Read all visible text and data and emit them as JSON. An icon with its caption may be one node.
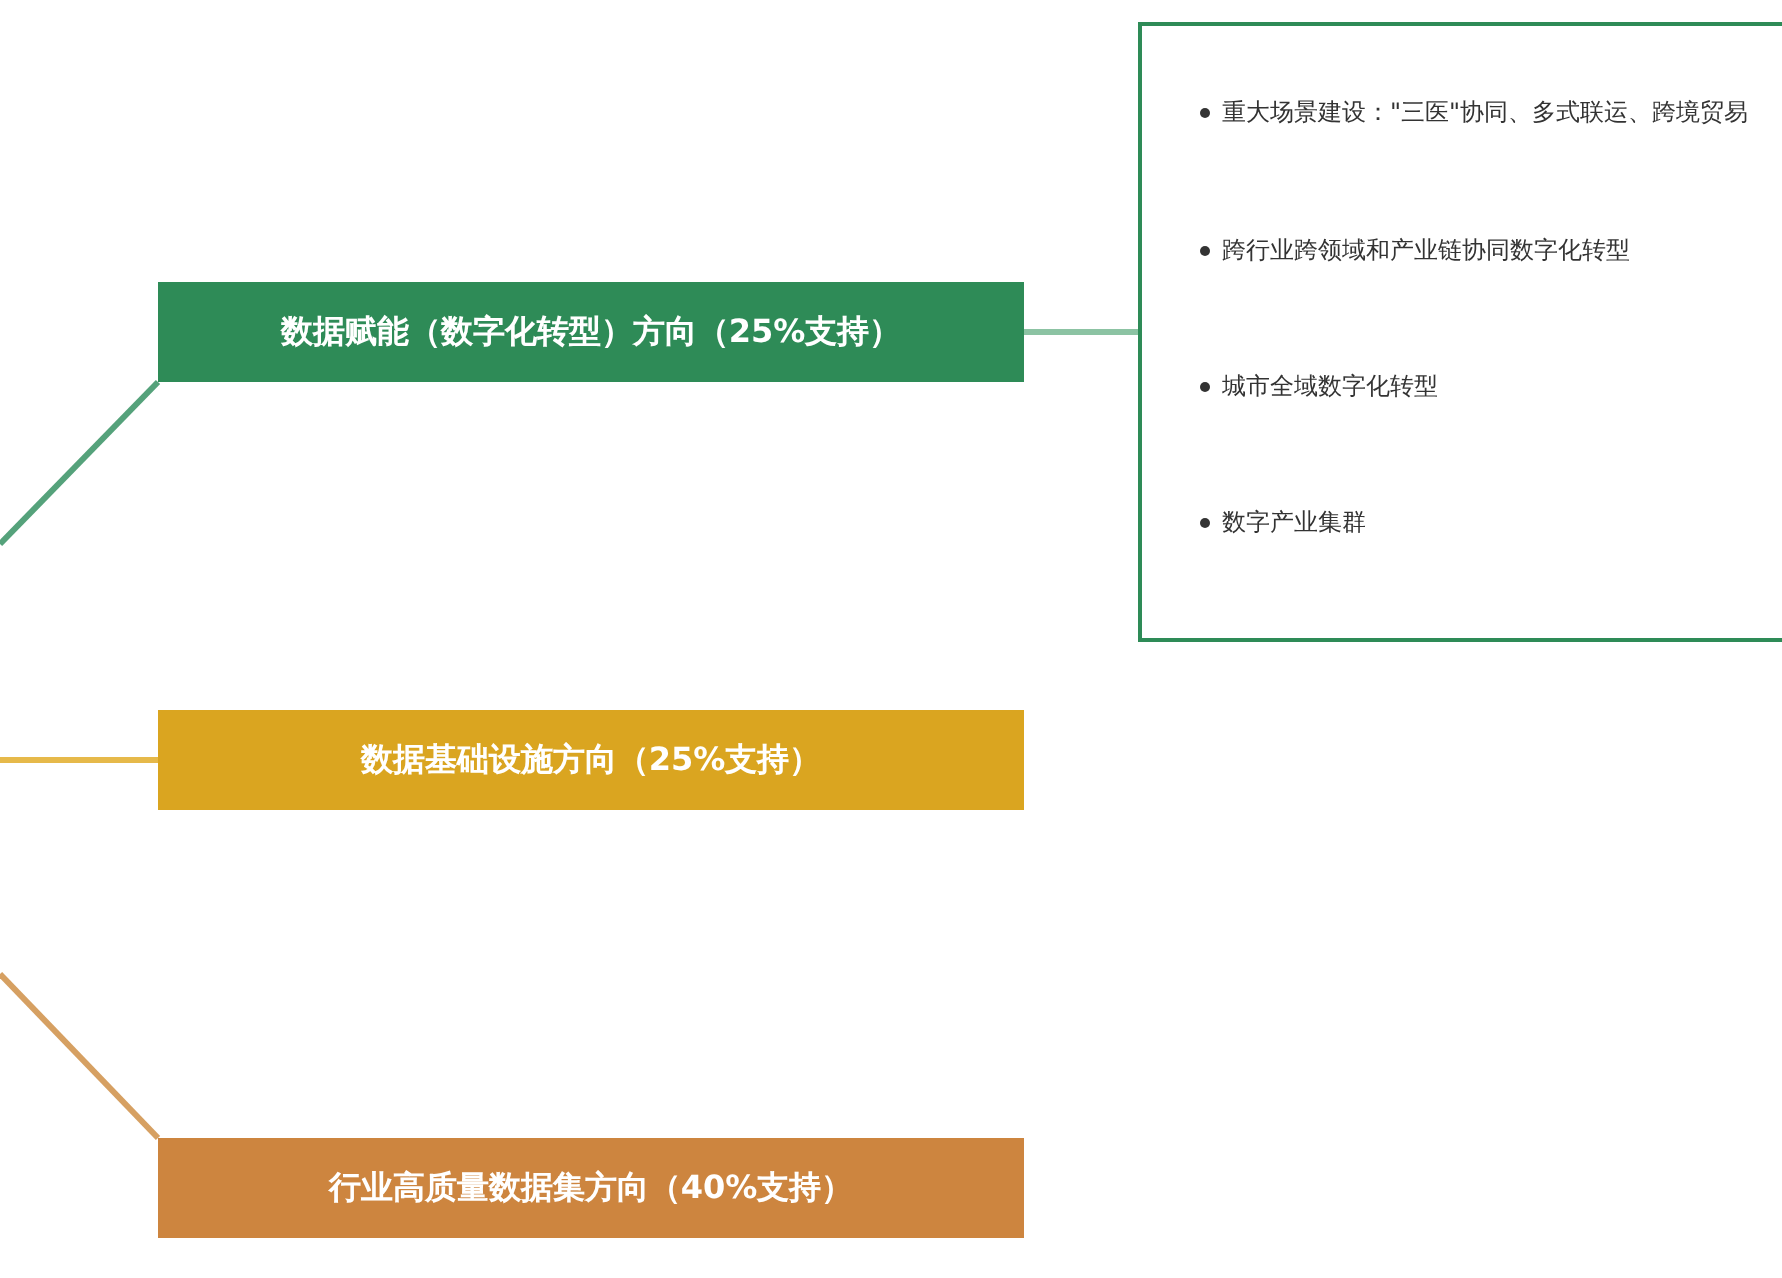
{
  "diagram": {
    "nodes": [
      {
        "text": [
          "数据赋能（数字化转型）方向（25%支持）"
        ]
      },
      {
        "text": [
          "数据基础设施方向（25%支持）"
        ]
      },
      {
        "text": [
          "行业高质量数据集方向（40%支持）"
        ]
      },
      {
        "text": [
          "重大场景建设：\"三医\"协同、多式联运、跨境贸易",
          "跨行业跨领域和产业链协同数字化转型",
          "城市全域数字化转型",
          "数字产业集群"
        ]
      }
    ],
    "edges": [
      {
        "from": null,
        "to": 0,
        "arrow": "none",
        "color": "#55a27b"
      },
      {
        "from": null,
        "to": 1,
        "arrow": "none",
        "color": "#e6b94a"
      },
      {
        "from": null,
        "to": 2,
        "arrow": "none",
        "color": "#d6a062"
      },
      {
        "from": 0,
        "to": 3,
        "arrow": "none",
        "color": "#8cc3a3"
      }
    ]
  }
}
